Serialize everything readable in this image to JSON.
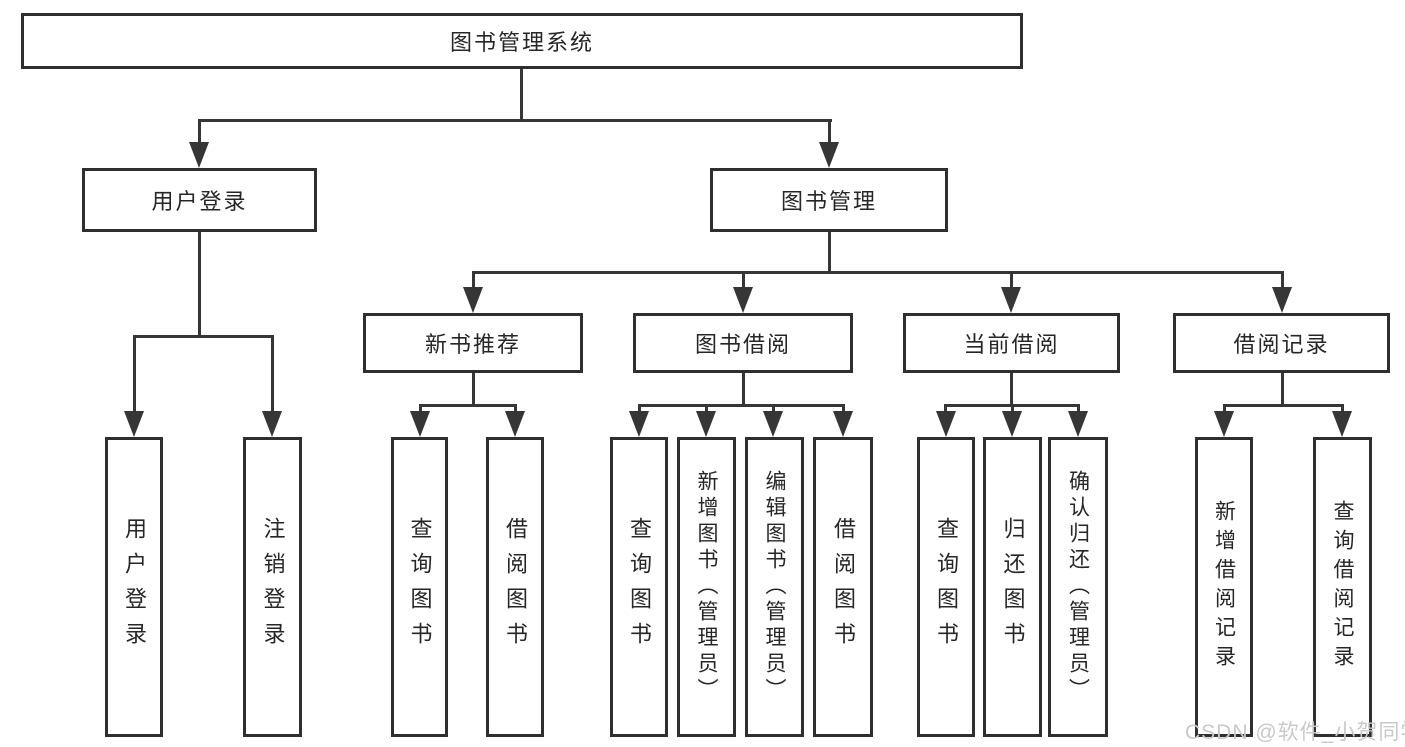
{
  "diagram": {
    "root": "图书管理系统",
    "level2": {
      "user_login": "用户登录",
      "book_management": "图书管理"
    },
    "level3": {
      "new_book_rec": "新书推荐",
      "book_borrow": "图书借阅",
      "current_borrow": "当前借阅",
      "borrow_records": "借阅记录"
    },
    "leaves": {
      "user_login": [
        "用户登录",
        "注销登录"
      ],
      "new_book_rec": [
        "查询图书",
        "借阅图书"
      ],
      "book_borrow": [
        "查询图书",
        "新增图书（管理员）",
        "编辑图书（管理员）",
        "借阅图书"
      ],
      "current_borrow": [
        "查询图书",
        "归还图书",
        "确认归还（管理员）"
      ],
      "borrow_records": [
        "新增借阅记录",
        "查询借阅记录"
      ]
    },
    "watermark": "CSDN @软件_小贺同学",
    "colors": {
      "line": "#363636",
      "border": "#2f2f2f",
      "text": "#262626",
      "watermark": "#c9c9c9",
      "background": "#ffffff"
    }
  }
}
